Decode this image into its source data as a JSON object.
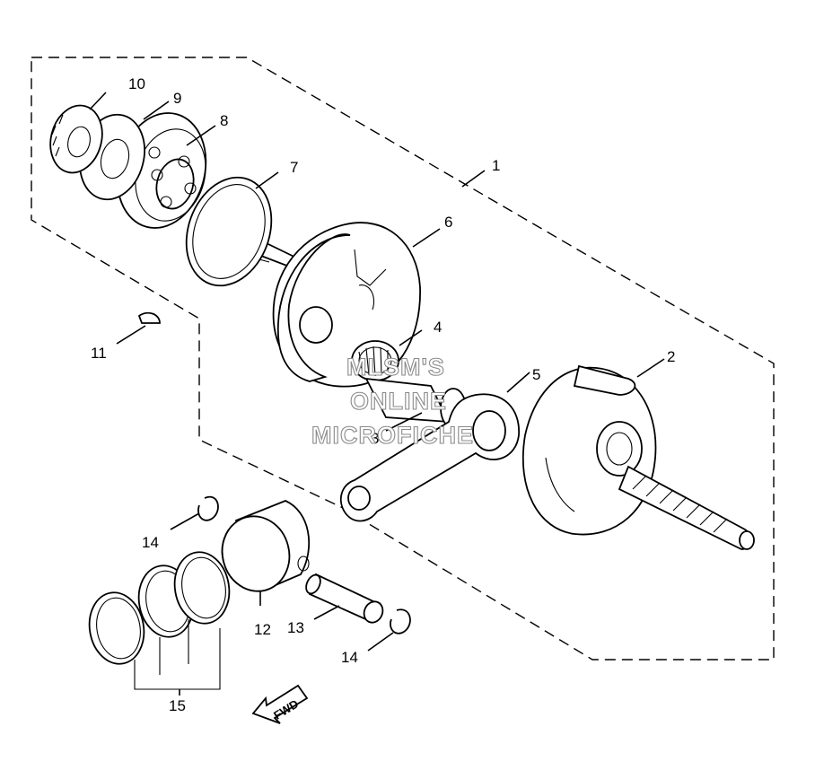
{
  "diagram": {
    "callouts": {
      "c1": "1",
      "c2": "2",
      "c3": "3",
      "c4": "4",
      "c5": "5",
      "c6": "6",
      "c7": "7",
      "c8": "8",
      "c9": "9",
      "c10": "10",
      "c11": "11",
      "c12": "12",
      "c13": "13",
      "c14a": "14",
      "c14b": "14",
      "c15": "15"
    },
    "fwd_label": "FWD",
    "watermark": [
      "MLSM'S",
      "ONLINE",
      "MICROFICHE"
    ]
  },
  "colors": {
    "line": "#000000",
    "background": "#ffffff",
    "watermark_outline": "#8a8a8a"
  },
  "icons": {
    "fwd_arrow": "fwd-arrow-icon"
  }
}
